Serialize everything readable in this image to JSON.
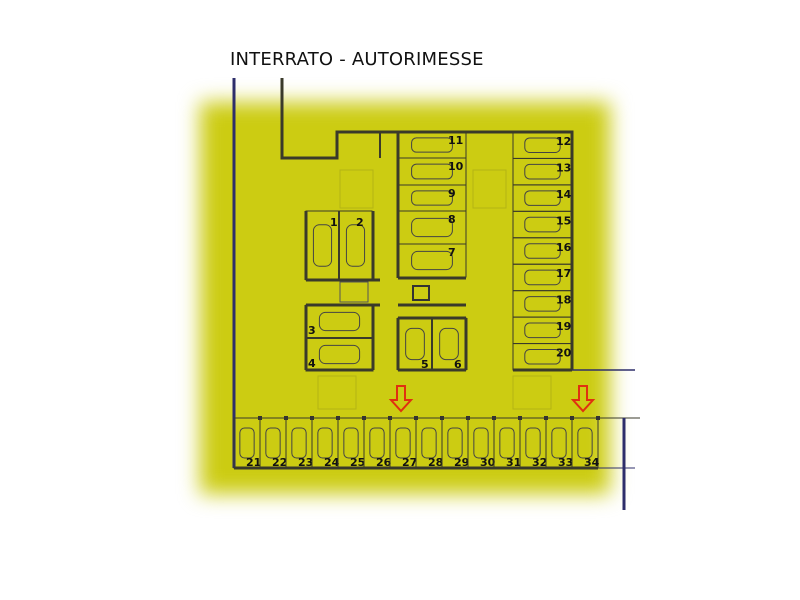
{
  "title": "INTERRATO - AUTORIMESSE",
  "colors": {
    "floor": "#cccc12",
    "wall": "#3a3a2a",
    "arrow": "#e03010",
    "outline": "#3a3a7a"
  },
  "spots": {
    "central_left_top": [
      "1",
      "2"
    ],
    "central_left_bottom": [
      "3",
      "4"
    ],
    "central_column": [
      "11",
      "10",
      "9",
      "8",
      "7"
    ],
    "central_bottom": [
      "5",
      "6"
    ],
    "right_column": [
      "12",
      "13",
      "14",
      "15",
      "16",
      "17",
      "18",
      "19",
      "20"
    ],
    "bottom_row": [
      "21",
      "22",
      "23",
      "24",
      "25",
      "26",
      "27",
      "28",
      "29",
      "30",
      "31",
      "32",
      "33",
      "34"
    ]
  },
  "entrance_arrows": 2
}
